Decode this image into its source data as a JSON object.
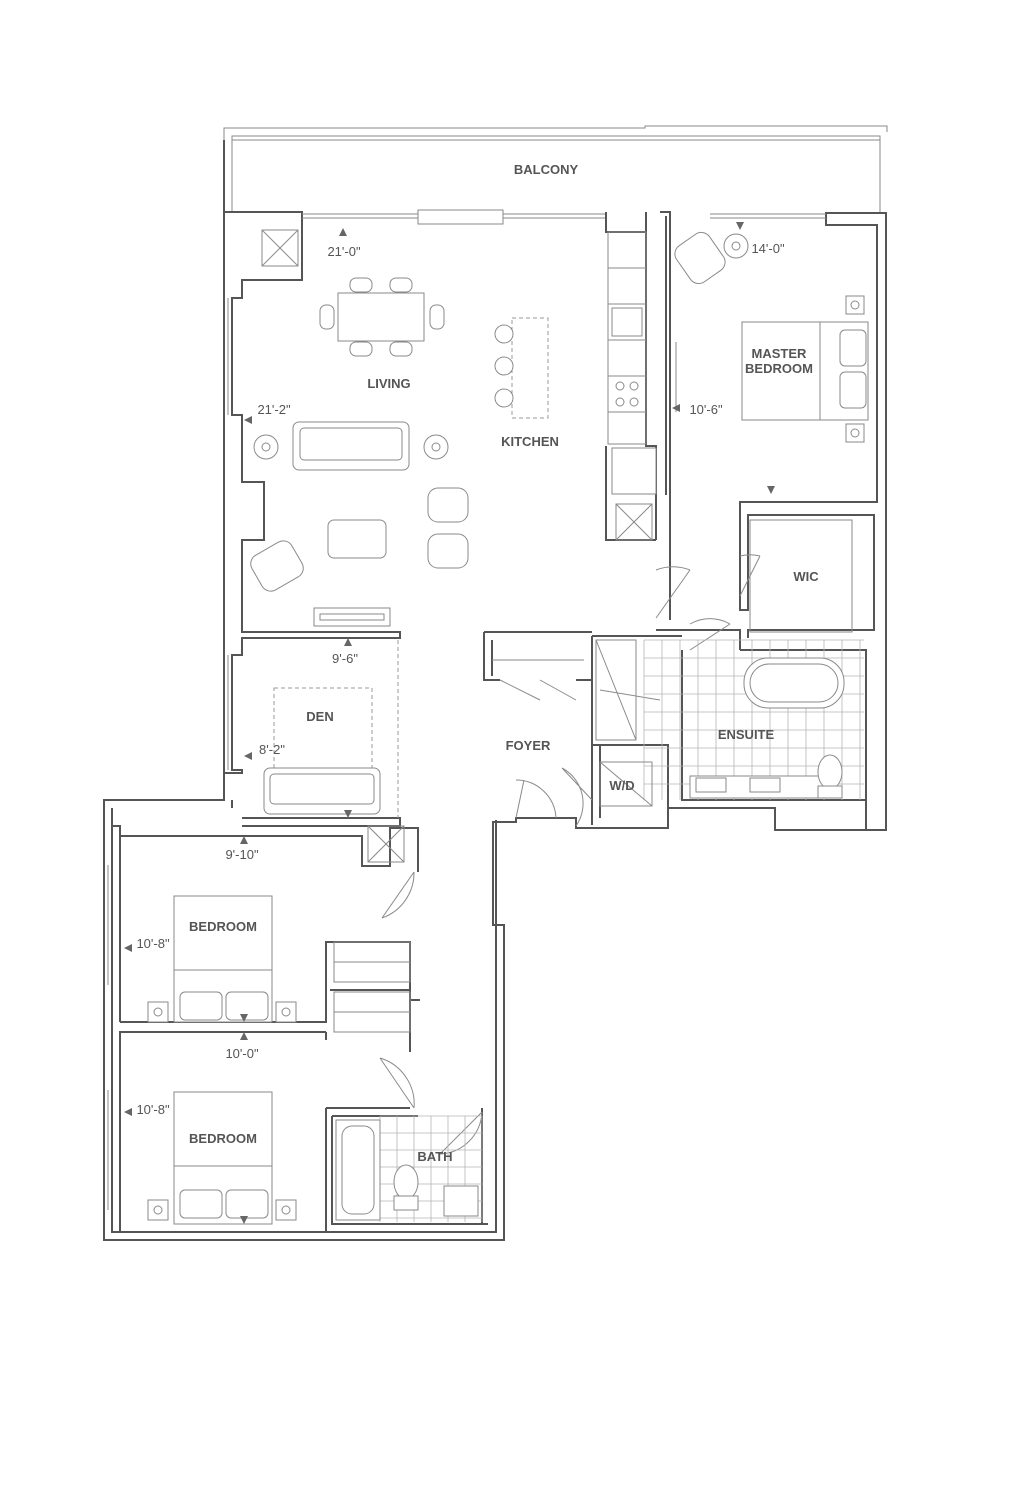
{
  "rooms": {
    "balcony": "BALCONY",
    "living": "LIVING",
    "kitchen": "KITCHEN",
    "master_line1": "MASTER",
    "master_line2": "BEDROOM",
    "wic": "WIC",
    "ensuite": "ENSUITE",
    "den": "DEN",
    "foyer": "FOYER",
    "wd": "W/D",
    "bedroom_upper": "BEDROOM",
    "bedroom_lower": "BEDROOM",
    "bath": "BATH"
  },
  "dimensions": {
    "living_width": "21'-0\"",
    "living_length": "21'-2\"",
    "master_width": "14'-0\"",
    "master_length": "10'-6\"",
    "den_width": "9'-6\"",
    "den_length": "8'-2\"",
    "bedroom_upper_width": "9'-10\"",
    "bedroom_upper_length": "10'-8\"",
    "bedroom_lower_width": "10'-0\"",
    "bedroom_lower_length": "10'-8\""
  }
}
